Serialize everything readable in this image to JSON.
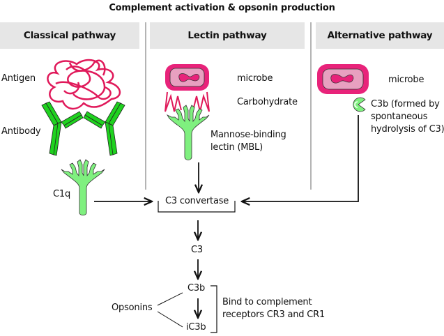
{
  "title": "Complement activation & opsonin production",
  "pathways": [
    {
      "name": "Classical pathway"
    },
    {
      "name": "Lectin pathway"
    },
    {
      "name": "Alternative pathway"
    }
  ],
  "classical": {
    "antigen_label": "Antigen",
    "antibody_label": "Antibody",
    "c1q_label": "C1q"
  },
  "lectin": {
    "microbe_label": "microbe",
    "carbohydrate_label": "Carbohydrate",
    "mbl_label_line1": "Mannose-binding",
    "mbl_label_line2": "lectin (MBL)"
  },
  "alternative": {
    "microbe_label": "microbe",
    "c3b_label_line1": "C3b (formed by",
    "c3b_label_line2": "spontaneous",
    "c3b_label_line3": "hydrolysis of C3)"
  },
  "cascade": {
    "convertase_label": "C3 convertase",
    "c3_label": "C3",
    "c3b_label": "C3b",
    "ic3b_label": "iC3b",
    "opsonins_label": "Opsonins",
    "receptor_label_line1": "Bind to complement",
    "receptor_label_line2": "receptors CR3 and CR1"
  },
  "colors": {
    "header_bg": "#e6e6e6",
    "divider": "#b4b4b4",
    "antigen": "#e0195a",
    "microbe_outer": "#e8237a",
    "microbe_inner": "#e8a0c0",
    "green_dark": "#1fd21f",
    "green_light": "#7ff07f"
  }
}
